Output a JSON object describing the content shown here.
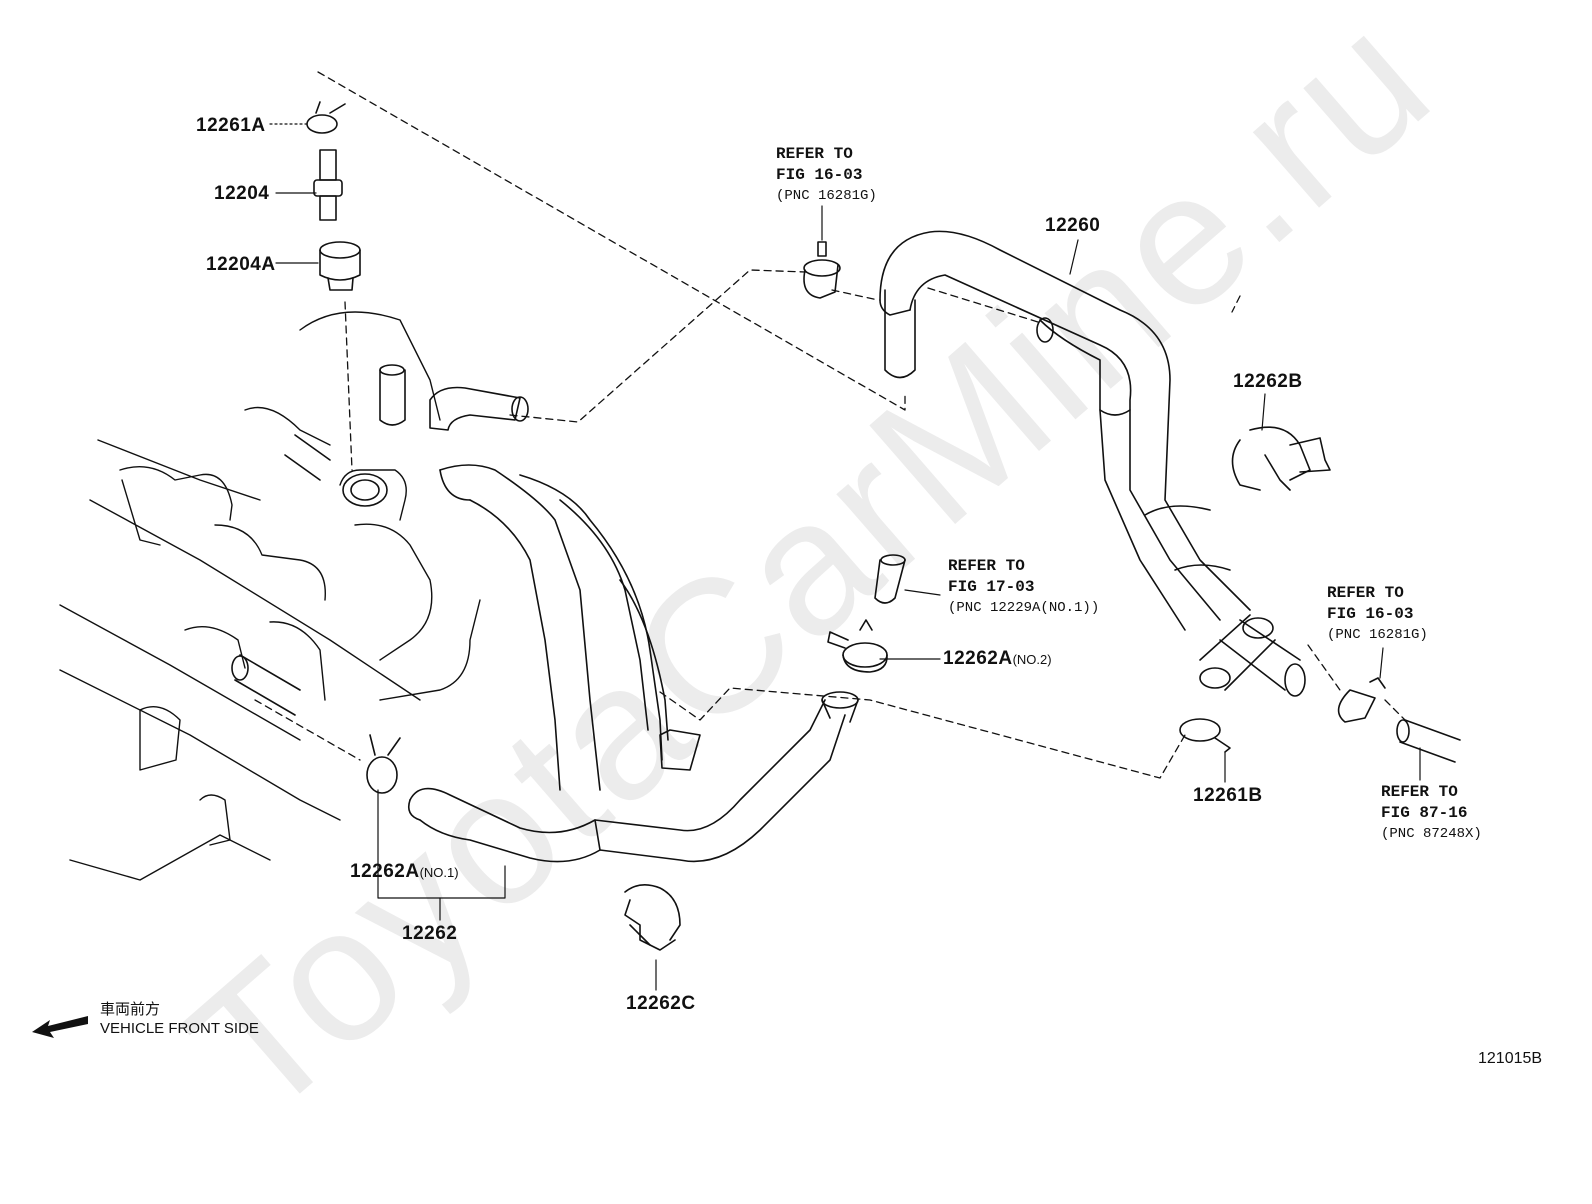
{
  "watermark": "ToyotaCarMine.ru",
  "figure_number": "121015B",
  "orientation": {
    "japanese": "車両前方",
    "english": "VEHICLE FRONT SIDE"
  },
  "parts": {
    "p12261A": "12261A",
    "p12204": "12204",
    "p12204A": "12204A",
    "p12260": "12260",
    "p12262B": "12262B",
    "p12262A_no2": "12262A",
    "p12262A_no2_sub": "(NO.2)",
    "p12262A_no1": "12262A",
    "p12262A_no1_sub": "(NO.1)",
    "p12262": "12262",
    "p12262C": "12262C",
    "p12261B": "12261B"
  },
  "references": {
    "ref1": {
      "line1": "REFER TO",
      "line2": "FIG 16-03",
      "line3": "(PNC 16281G)"
    },
    "ref2": {
      "line1": "REFER TO",
      "line2": "FIG 17-03",
      "line3": "(PNC 12229A(NO.1))"
    },
    "ref3": {
      "line1": "REFER TO",
      "line2": "FIG 16-03",
      "line3": "(PNC 16281G)"
    },
    "ref4": {
      "line1": "REFER TO",
      "line2": "FIG 87-16",
      "line3": "(PNC 87248X)"
    }
  }
}
